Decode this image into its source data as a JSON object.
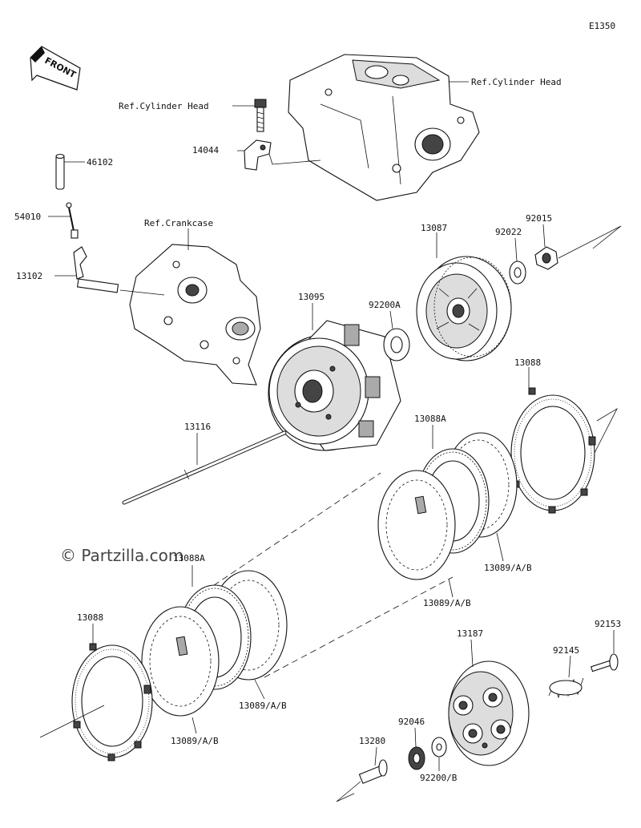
{
  "diagram_id": "E1350",
  "front_badge": "FRONT",
  "watermark": "© Partzilla.com",
  "callouts": {
    "ref_cylinder_head_right": "Ref.Cylinder Head",
    "ref_cylinder_head_left": "Ref.Cylinder Head",
    "p14044": "14044",
    "p46102": "46102",
    "p54010": "54010",
    "ref_crankcase": "Ref.Crankcase",
    "p13102": "13102",
    "p13087": "13087",
    "p92022": "92022",
    "p92015": "92015",
    "p13095": "13095",
    "p92200A": "92200A",
    "p13088_right": "13088",
    "p13116": "13116",
    "p13088A_right": "13088A",
    "p13089AB_r1": "13089/A/B",
    "p13089AB_r2": "13089/A/B",
    "p13088A_left": "13088A",
    "p13088_left": "13088",
    "p13089AB_l1": "13089/A/B",
    "p13089AB_l2": "13089/A/B",
    "p13187": "13187",
    "p92153": "92153",
    "p92145": "92145",
    "p92046": "92046",
    "p13280": "13280",
    "p92200B": "92200/B"
  }
}
